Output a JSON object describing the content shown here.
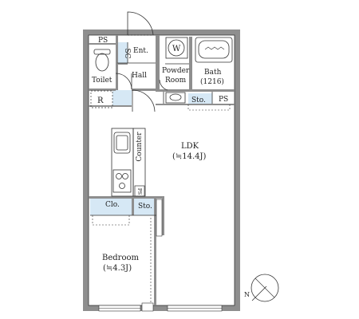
{
  "rooms": {
    "ps_top": "PS",
    "sc": "SC",
    "entrance": "Ent.",
    "washer": "W",
    "toilet": "Toilet",
    "hall": "Hall",
    "powder_line1": "Powder",
    "powder_line2": "Room",
    "bath": "Bath",
    "bath_size": "(1216)",
    "fridge": "R",
    "storage_right": "Sto.",
    "ps_right": "PS",
    "ldk": "LDK",
    "ldk_area": "(≒14.4J)",
    "counter": "Counter",
    "ps_small": "PS",
    "closet": "Clo.",
    "storage_lower": "Sto.",
    "bedroom": "Bedroom",
    "bedroom_area": "(≒4.3J)"
  },
  "compass": {
    "label": "N"
  },
  "colors": {
    "wall": "#8e8e8e",
    "storage": "#d6e8f5",
    "line": "#333333"
  }
}
